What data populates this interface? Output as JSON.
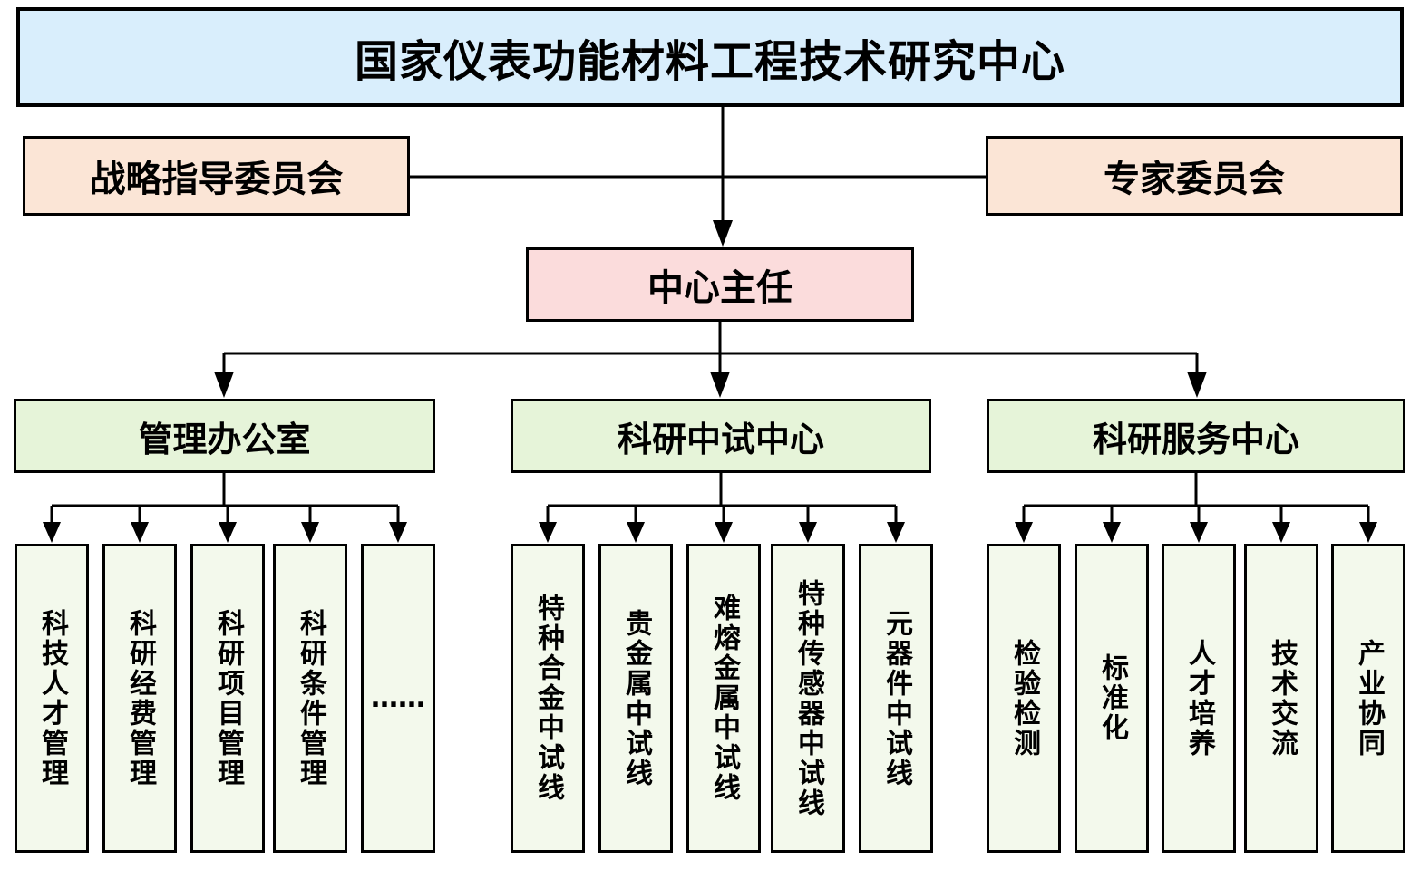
{
  "title": "国家仪表功能材料工程技术研究中心",
  "committees": {
    "left": "战略指导委员会",
    "right": "专家委员会"
  },
  "director": "中心主任",
  "groups": [
    {
      "label": "管理办公室",
      "children": [
        "科技人才管理",
        "科研经费管理",
        "科研项目管理",
        "科研条件管理",
        "……"
      ]
    },
    {
      "label": "科研中试中心",
      "children": [
        "特种合金中试线",
        "贵金属中试线",
        "难熔金属中试线",
        "特种传感器中试线",
        "元器件中试线"
      ]
    },
    {
      "label": "科研服务中心",
      "children": [
        "检验检测",
        "标准化",
        "人才培养",
        "技术交流",
        "产业协同"
      ]
    }
  ],
  "colors": {
    "title_bg": "#d9eefc",
    "committee_bg": "#fbe5d6",
    "director_bg": "#fbdcdc",
    "department_bg": "#e6f4d9",
    "child_bg": "#f3f9ec",
    "border": "#000000",
    "line": "#000000"
  }
}
